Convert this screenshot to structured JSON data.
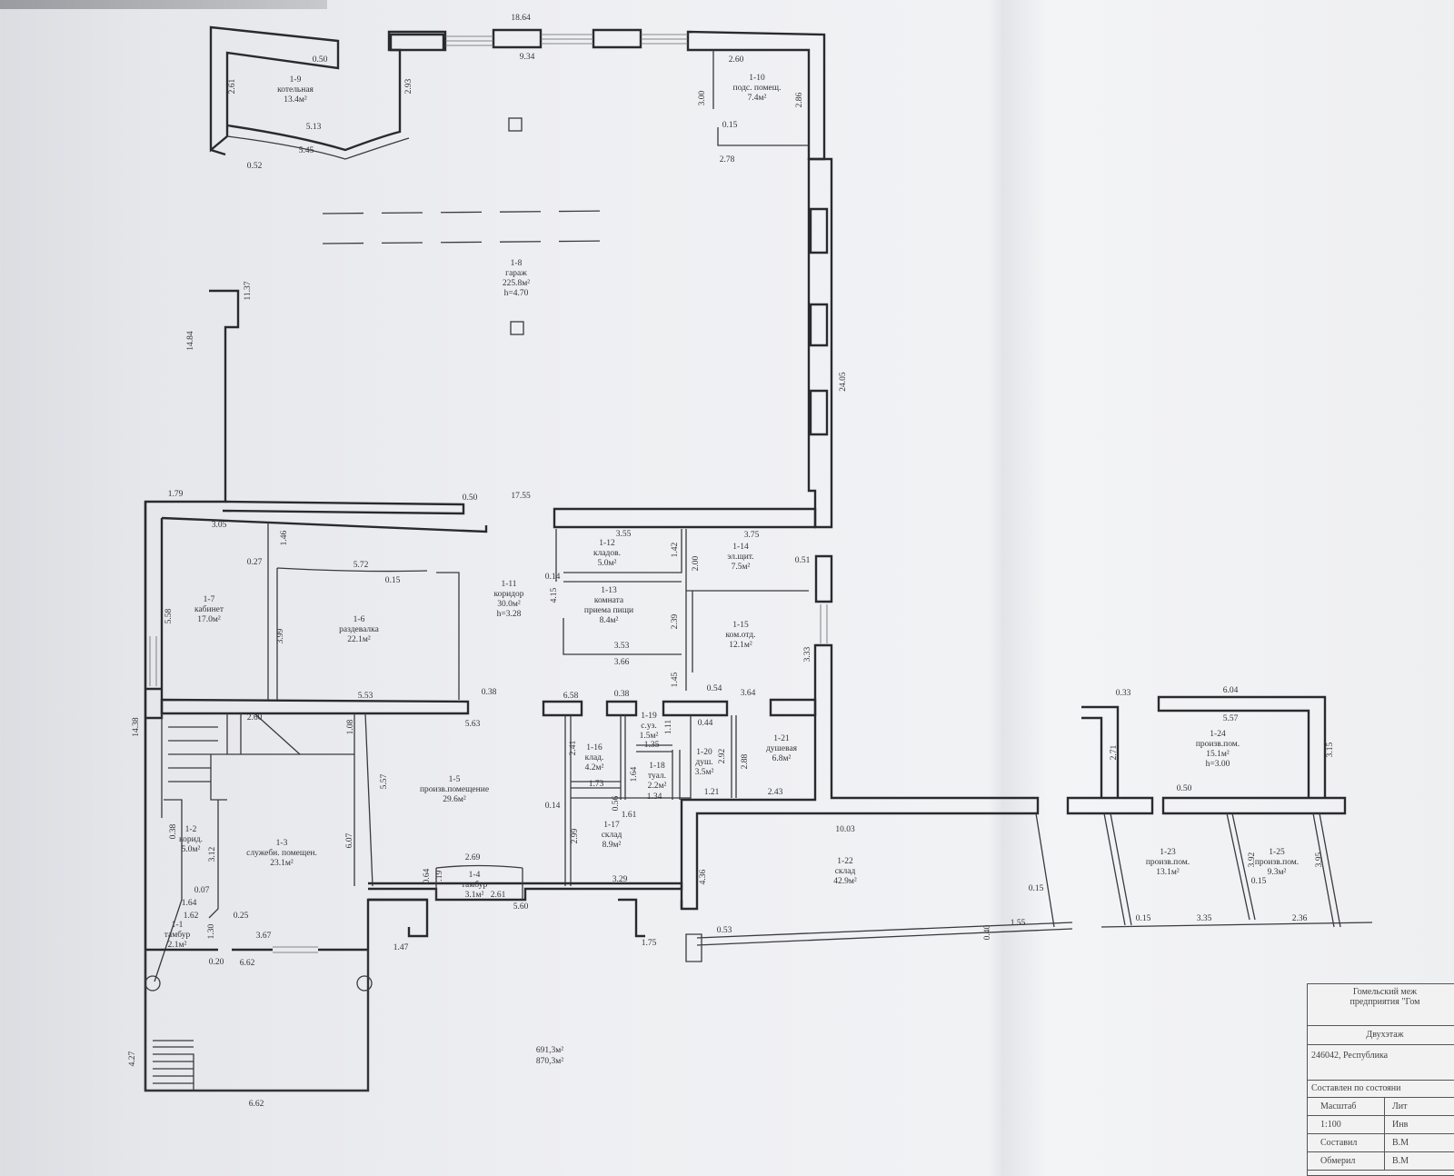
{
  "rooms": [
    {
      "id": "1-9",
      "name": "котельная",
      "area": "13.4м²"
    },
    {
      "id": "1-10",
      "name": "подс. помещ.",
      "area": "7.4м²"
    },
    {
      "id": "1-8",
      "name": "гараж",
      "area": "225.8м²",
      "height": "h=4.70"
    },
    {
      "id": "1-7",
      "name": "кабинет",
      "area": "17.0м²"
    },
    {
      "id": "1-6",
      "name": "раздевалка",
      "area": "22.1м²"
    },
    {
      "id": "1-11",
      "name": "коридор",
      "area": "30.0м²",
      "height": "h=3.28"
    },
    {
      "id": "1-12",
      "name": "кладов.",
      "area": "5.0м²"
    },
    {
      "id": "1-13",
      "name": "комната приема пищи",
      "area": "8.4м²"
    },
    {
      "id": "1-14",
      "name": "эл.щит.",
      "area": "7.5м²"
    },
    {
      "id": "1-15",
      "name": "ком.отд.",
      "area": "12.1м²"
    },
    {
      "id": "1-5",
      "name": "произв.помещение",
      "area": "29.6м²"
    },
    {
      "id": "1-16",
      "name": "клад.",
      "area": "4.2м²"
    },
    {
      "id": "1-19",
      "name": "с.уз.",
      "area": "1.5м²"
    },
    {
      "id": "1-18",
      "name": "туал.",
      "area": "2.2м²"
    },
    {
      "id": "1-20",
      "name": "душ.",
      "area": "3.5м²"
    },
    {
      "id": "1-21",
      "name": "душевая",
      "area": "6.8м²"
    },
    {
      "id": "1-17",
      "name": "склад",
      "area": "8.9м²"
    },
    {
      "id": "1-3",
      "name": "служебн. помещен.",
      "area": "23.1м²"
    },
    {
      "id": "1-2",
      "name": "корид.",
      "area": "5.0м²"
    },
    {
      "id": "1-4",
      "name": "тамбур",
      "area": "3.1м²"
    },
    {
      "id": "1-1",
      "name": "тамбур",
      "area": "2.1м²"
    },
    {
      "id": "1-22",
      "name": "склад",
      "area": "42.9м²"
    },
    {
      "id": "1-24",
      "name": "произв.пом.",
      "area": "15.1м²",
      "height": "h=3.00"
    },
    {
      "id": "1-23",
      "name": "произв.пом.",
      "area": "13.1м²"
    },
    {
      "id": "1-25",
      "name": "произв.пом.",
      "area": "9.3м²"
    }
  ],
  "dimensions": [
    "18.64",
    "9.34",
    "2.60",
    "0.50",
    "2.61",
    "2.93",
    "3.00",
    "2.86",
    "0.15",
    "5.13",
    "5.45",
    "0.52",
    "2.78",
    "11.37",
    "14.84",
    "24.05",
    "1.79",
    "0.50",
    "17.55",
    "3.05",
    "1.46",
    "0.27",
    "5.72",
    "0.15",
    "3.55",
    "1.42",
    "3.75",
    "2.00",
    "0.51",
    "0.14",
    "4.15",
    "2.39",
    "3.53",
    "3.66",
    "5.58",
    "3.99",
    "1.45",
    "0.54",
    "3.64",
    "3.33",
    "5.53",
    "0.38",
    "6.58",
    "0.38",
    "14.38",
    "2.60",
    "1.08",
    "5.63",
    "2.41",
    "1.11",
    "0.44",
    "1.35",
    "2.92",
    "2.88",
    "1.73",
    "1.64",
    "1.34",
    "1.21",
    "2.43",
    "0.14",
    "0.56",
    "1.61",
    "10.03",
    "5.57",
    "6.07",
    "0.38",
    "3.12",
    "2.69",
    "0.64",
    "1.19",
    "2.99",
    "3.29",
    "4.36",
    "0.15",
    "0.07",
    "1.64",
    "1.62",
    "0.25",
    "1.30",
    "3.67",
    "2.61",
    "5.60",
    "1.47",
    "1.75",
    "0.53",
    "0.40",
    "1.55",
    "0.20",
    "6.62",
    "4.27",
    "6.62",
    "0.33",
    "6.04",
    "5.57",
    "2.71",
    "3.15",
    "0.50",
    "3.92",
    "3.95",
    "0.15",
    "0.15",
    "3.35",
    "2.36"
  ],
  "totals": {
    "area_total": "691,3м²",
    "area_general": "870,3м²"
  },
  "title_block": {
    "line1": "Гомельский меж",
    "line2": "предприятия \"Гом",
    "building": "Двухэтаж",
    "address": "246042, Республика",
    "state": "Составлен по состояни",
    "scale_label": "Масштаб",
    "lit_label": "Лит",
    "scale_value": "1:100",
    "lit_value": "Инв",
    "compiled_label": "Составил",
    "compiled_value": "В.М",
    "measured_label": "Обмерил",
    "measured_value": "В.М"
  }
}
